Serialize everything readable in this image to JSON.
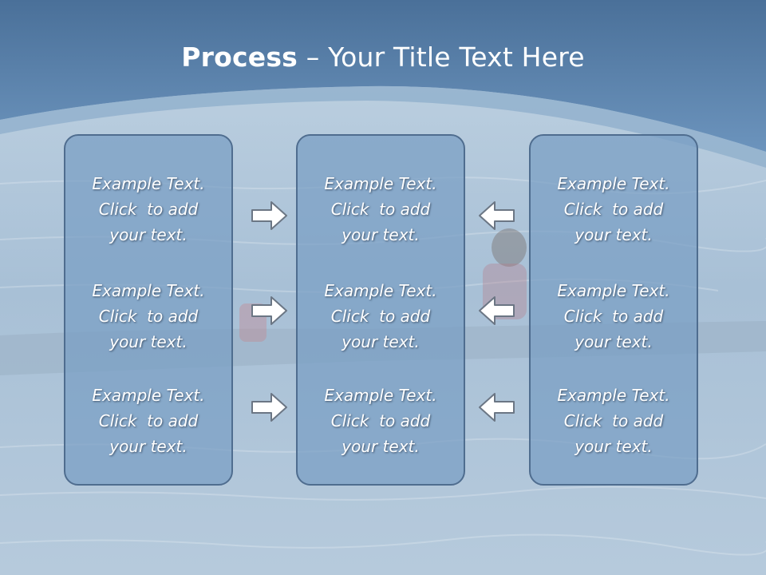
{
  "slide": {
    "title_bold": "Process",
    "title_rest": " – Your Title Text Here"
  },
  "panels": {
    "left": {
      "items": [
        {
          "line1": "Example Text.",
          "line2": "Click  to add",
          "line3": "your text."
        },
        {
          "line1": "Example Text.",
          "line2": "Click  to add",
          "line3": "your text."
        },
        {
          "line1": "Example Text.",
          "line2": "Click  to add",
          "line3": "your text."
        }
      ]
    },
    "middle": {
      "items": [
        {
          "line1": "Example Text.",
          "line2": "Click  to add",
          "line3": "your text."
        },
        {
          "line1": "Example Text.",
          "line2": "Click  to add",
          "line3": "your text."
        },
        {
          "line1": "Example Text.",
          "line2": "Click  to add",
          "line3": "your text."
        }
      ]
    },
    "right": {
      "items": [
        {
          "line1": "Example Text.",
          "line2": "Click  to add",
          "line3": "your text."
        },
        {
          "line1": "Example Text.",
          "line2": "Click  to add",
          "line3": "your text."
        },
        {
          "line1": "Example Text.",
          "line2": "Click  to add",
          "line3": "your text."
        }
      ]
    }
  },
  "arrows": {
    "left_to_middle": [
      "right-arrow-icon",
      "right-arrow-icon",
      "right-arrow-icon"
    ],
    "right_to_middle": [
      "left-arrow-icon",
      "left-arrow-icon",
      "left-arrow-icon"
    ]
  },
  "colors": {
    "header_band": "#5f87b0",
    "panel_fill": "#7a9ec4",
    "panel_border": "#4f6d8f",
    "text": "#ffffff"
  }
}
